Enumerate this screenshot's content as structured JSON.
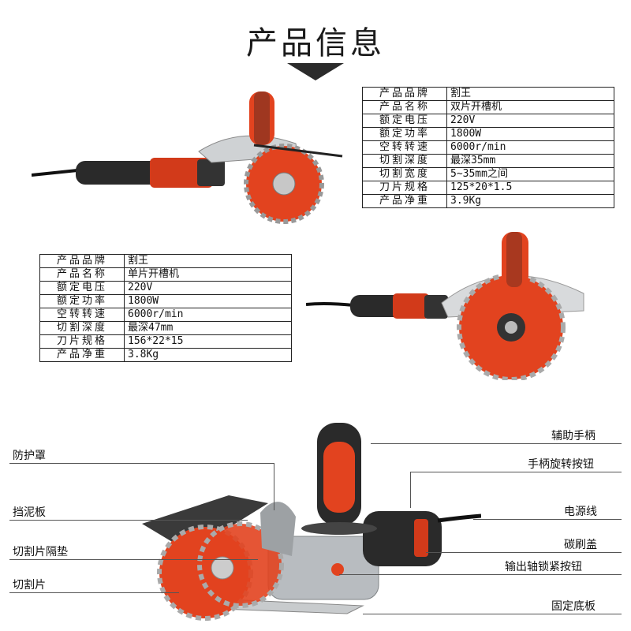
{
  "title": "产品信息",
  "spec_double": [
    {
      "key": "产品品牌",
      "value": "割王"
    },
    {
      "key": "产品名称",
      "value": "双片开槽机"
    },
    {
      "key": "额定电压",
      "value": "220V"
    },
    {
      "key": "额定功率",
      "value": "1800W"
    },
    {
      "key": "空转转速",
      "value": "6000r/min"
    },
    {
      "key": "切割深度",
      "value": "最深35mm"
    },
    {
      "key": "切割宽度",
      "value": "5~35mm之间"
    },
    {
      "key": "刀片规格",
      "value": "125*20*1.5"
    },
    {
      "key": "产品净重",
      "value": "3.9Kg"
    }
  ],
  "spec_single": [
    {
      "key": "产品品牌",
      "value": "割王"
    },
    {
      "key": "产品名称",
      "value": "单片开槽机"
    },
    {
      "key": "额定电压",
      "value": "220V"
    },
    {
      "key": "额定功率",
      "value": "1800W"
    },
    {
      "key": "空转转速",
      "value": "6000r/min"
    },
    {
      "key": "切割深度",
      "value": "最深47mm"
    },
    {
      "key": "刀片规格",
      "value": "156*22*15"
    },
    {
      "key": "产品净重",
      "value": "3.8Kg"
    }
  ],
  "parts": {
    "guard": "防护罩",
    "mud_plate": "挡泥板",
    "blade_spacer": "切割片隔垫",
    "blade": "切割片",
    "aux_handle": "辅助手柄",
    "handle_knob": "手柄旋转按钮",
    "power_cord": "电源线",
    "brush_cover": "碳刷盖",
    "spindle_lock": "输出轴锁紧按钮",
    "base_plate": "固定底板"
  },
  "colors": {
    "accent": "#e2431f",
    "body": "#2a2a2a",
    "metal": "#b8bcc0"
  }
}
